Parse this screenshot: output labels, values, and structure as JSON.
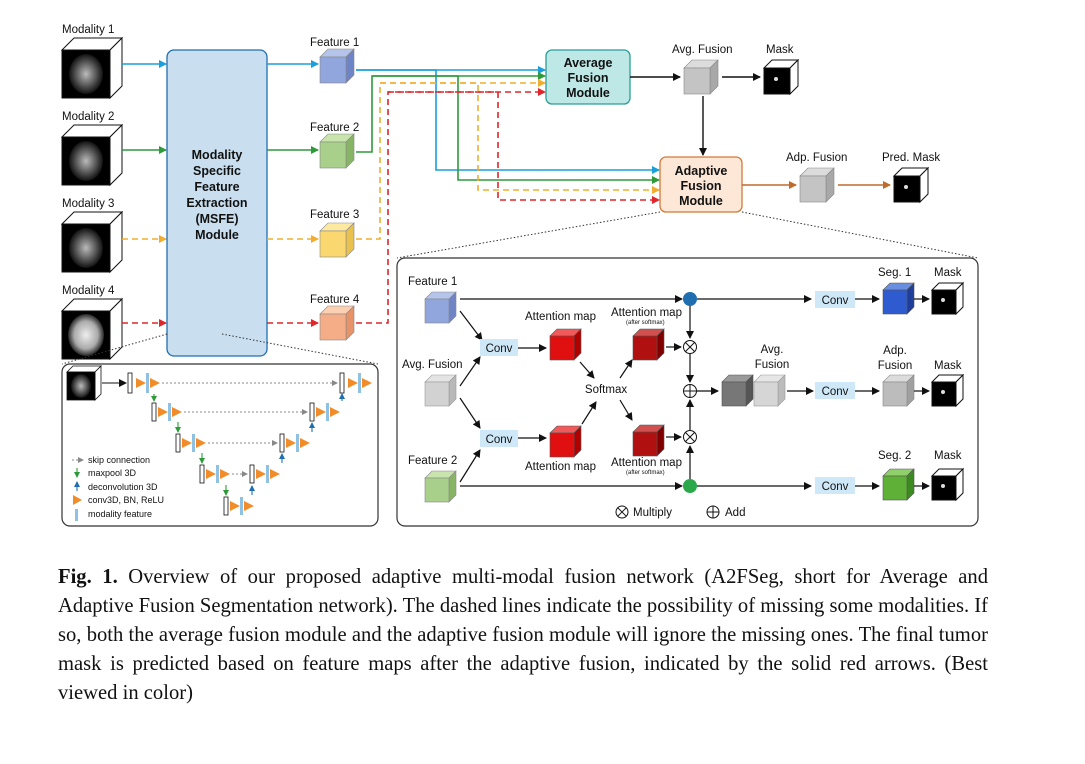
{
  "modalities": [
    "Modality 1",
    "Modality 2",
    "Modality 3",
    "Modality 4"
  ],
  "msfe_module": [
    "Modality",
    "Specific",
    "Feature",
    "Extraction",
    "(MSFE)",
    "Module"
  ],
  "features": [
    "Feature 1",
    "Feature 2",
    "Feature 3",
    "Feature 4"
  ],
  "average_fusion_module": [
    "Average",
    "Fusion",
    "Module"
  ],
  "adaptive_fusion_module": [
    "Adaptive",
    "Fusion",
    "Module"
  ],
  "top_labels": {
    "avg_fusion": "Avg. Fusion",
    "mask": "Mask",
    "adp_fusion": "Adp. Fusion",
    "pred_mask": "Pred. Mask"
  },
  "unet_legend": [
    "skip connection",
    "maxpool 3D",
    "deconvolution 3D",
    "conv3D, BN, ReLU",
    "modality feature"
  ],
  "detail": {
    "feature1": "Feature 1",
    "avg_fusion": "Avg. Fusion",
    "feature2": "Feature 2",
    "conv": "Conv",
    "attention_map": "Attention map",
    "after_softmax": "(after softmax)",
    "softmax": "Softmax",
    "seg1": "Seg. 1",
    "seg2": "Seg. 2",
    "mask": "Mask",
    "avg": "Avg.",
    "fusion": "Fusion",
    "adp": "Adp.",
    "multiply": "Multiply",
    "add": "Add"
  },
  "colors": {
    "modality1": "#1a9fdb",
    "modality2": "#2e9a3a",
    "modality3": "#f2ad2e",
    "modality4": "#e0262a",
    "msfe_fill": "#c9dff0",
    "avg_module_fill": "#bde8e6",
    "adp_module_fill": "#fde7d6",
    "adp_arrow": "#c06a2b",
    "conv_fill": "#cfe8f7",
    "attention": "#e01010"
  },
  "caption": {
    "label": "Fig. 1.",
    "text": "Overview of our proposed adaptive multi-modal fusion network (A2FSeg, short for Average and Adaptive Fusion Segmentation network). The dashed lines indicate the possibility of missing some modalities. If so, both the average fusion module and the adaptive fusion module will ignore the missing ones. The final tumor mask is predicted based on feature maps after the adaptive fusion, indicated by the solid red arrows. (Best viewed in color)"
  }
}
